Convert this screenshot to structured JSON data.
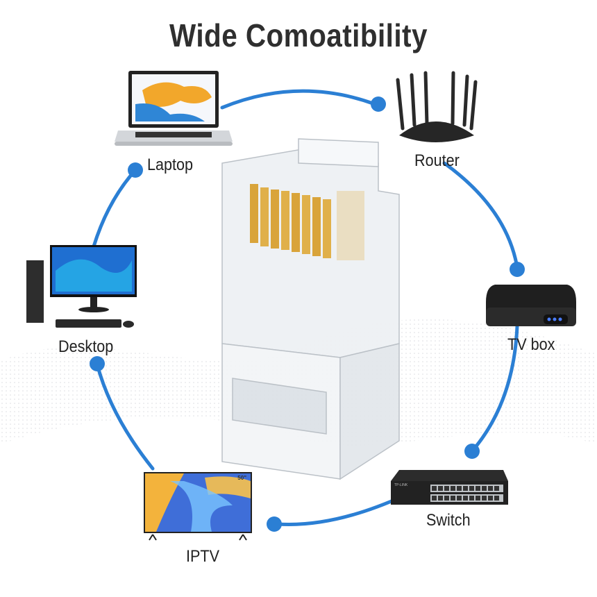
{
  "title": "Wide Comoatibility",
  "center_product": "RJ45 connector (transparent, gold-plated contacts)",
  "colors": {
    "accent": "#2b7fd4",
    "title": "#2f2f2f",
    "contact_gold": "#d9a43a"
  },
  "devices": [
    {
      "id": "laptop",
      "label": "Laptop",
      "icon": "laptop-icon"
    },
    {
      "id": "router",
      "label": "Router",
      "icon": "router-icon"
    },
    {
      "id": "desktop",
      "label": "Desktop",
      "icon": "desktop-icon"
    },
    {
      "id": "tvbox",
      "label": "TV box",
      "icon": "tv-box-icon"
    },
    {
      "id": "iptv",
      "label": "IPTV",
      "icon": "tv-icon",
      "badge": "50\""
    },
    {
      "id": "switch",
      "label": "Switch",
      "icon": "network-switch-icon",
      "brand": "TP-LINK"
    }
  ]
}
